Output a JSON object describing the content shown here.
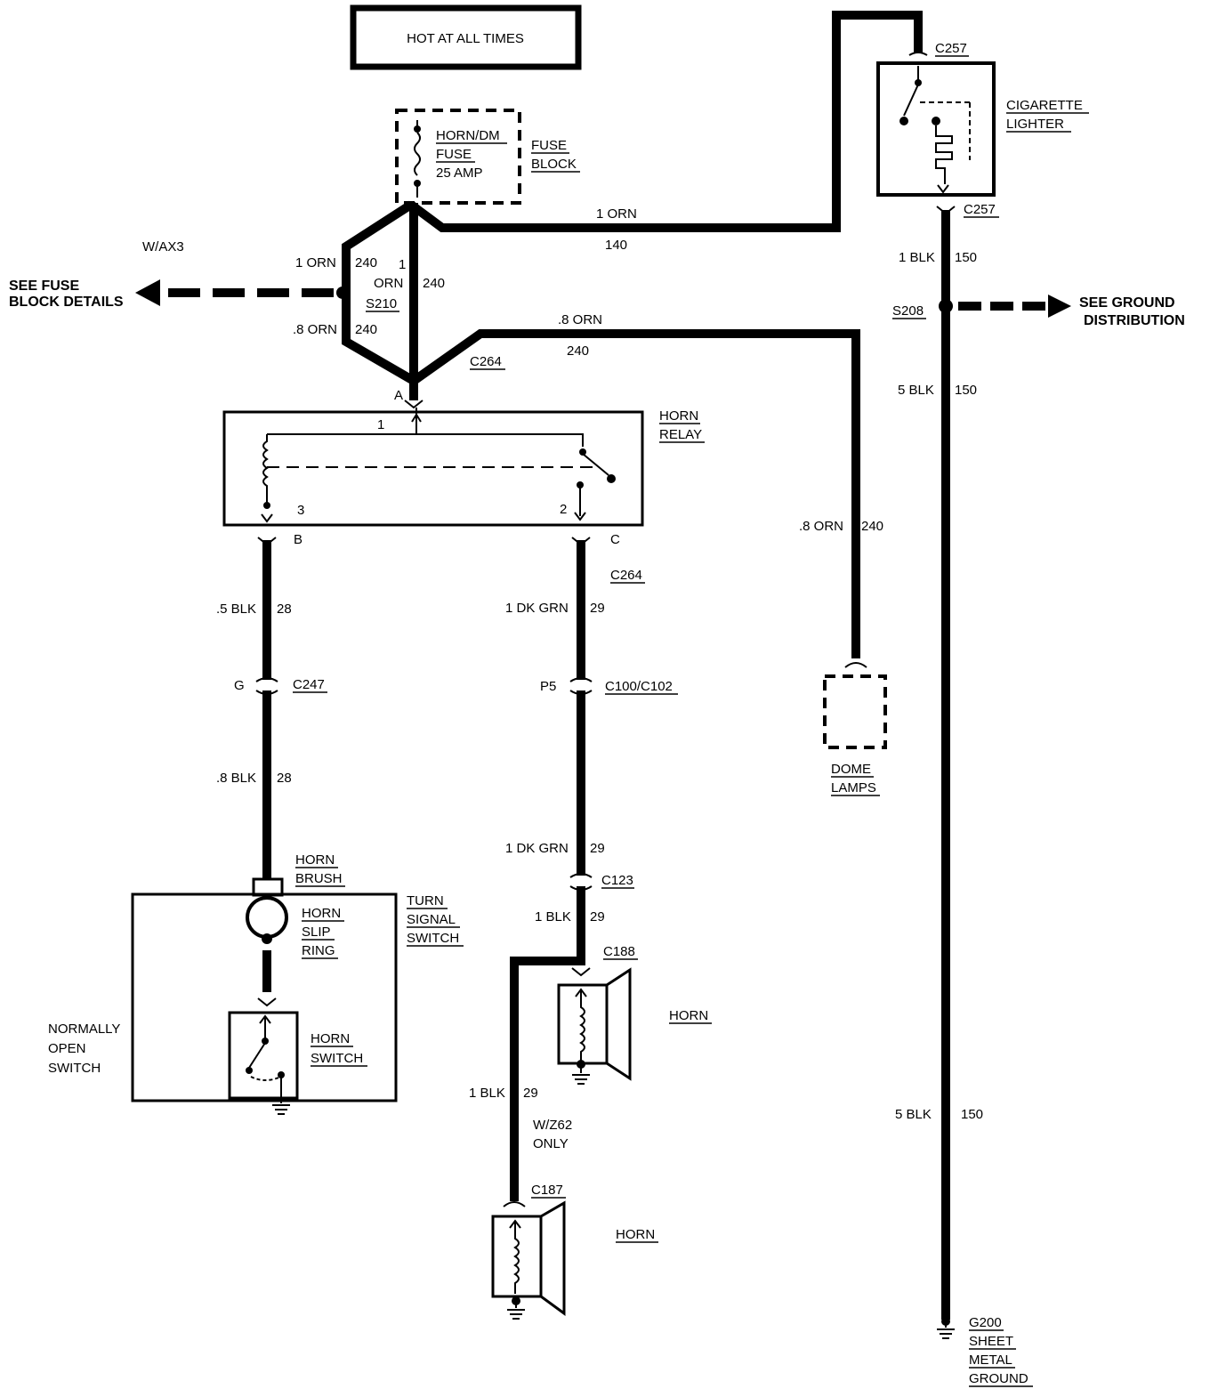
{
  "header": {
    "power_label": "HOT AT ALL TIMES"
  },
  "fuse": {
    "name": "HORN/DM",
    "line2": "FUSE",
    "rating": "25 AMP",
    "block_line1": "FUSE",
    "block_line2": "BLOCK"
  },
  "cigarette_lighter": {
    "name_line1": "CIGARETTE",
    "name_line2": "LIGHTER",
    "connector_top": "C257",
    "connector_bottom": "C257"
  },
  "left_branch": {
    "option": "W/AX3",
    "see_line1": "SEE FUSE",
    "see_line2": "BLOCK DETAILS",
    "splice": "S210",
    "wire_upper_color": "1 ORN",
    "wire_upper_circuit": "240",
    "wire_lower_color": ".8 ORN",
    "wire_lower_circuit": "240",
    "center_wire_size": "1",
    "center_wire_color": "ORN",
    "center_wire_circuit": "240"
  },
  "lighter_feed": {
    "color": "1 ORN",
    "circuit": "140"
  },
  "dome_feed": {
    "color_top": ".8 ORN",
    "circuit_top": "240",
    "color_side": ".8 ORN",
    "circuit_side": "240"
  },
  "relay": {
    "connector": "C264",
    "terminal_a": "A",
    "terminal_b": "B",
    "terminal_c": "C",
    "name_line1": "HORN",
    "name_line2": "RELAY",
    "pin1": "1",
    "pin2": "2",
    "pin3": "3"
  },
  "horn_switch_circuit": {
    "wire1_color": ".5 BLK",
    "wire1_circuit": "28",
    "connector_pin": "G",
    "connector": "C247",
    "wire2_color": ".8 BLK",
    "wire2_circuit": "28",
    "brush_line1": "HORN",
    "brush_line2": "BRUSH",
    "slip_line1": "HORN",
    "slip_line2": "SLIP",
    "slip_line3": "RING",
    "turn_line1": "TURN",
    "turn_line2": "SIGNAL",
    "turn_line3": "SWITCH",
    "normally_line1": "NORMALLY",
    "normally_line2": "OPEN",
    "normally_line3": "SWITCH",
    "switch_line1": "HORN",
    "switch_line2": "SWITCH"
  },
  "horn_circuit": {
    "relay_connector": "C264",
    "wire1_color": "1 DK GRN",
    "wire1_circuit": "29",
    "connector_pin": "P5",
    "connector": "C100/C102",
    "wire2_color": "1 DK GRN",
    "wire2_circuit": "29",
    "connector2": "C123",
    "wire3_color": "1 BLK",
    "wire3_circuit": "29",
    "horn1_connector": "C188",
    "horn1_label": "HORN",
    "wire4_color": "1 BLK",
    "wire4_circuit": "29",
    "option_line1": "W/Z62",
    "option_line2": "ONLY",
    "horn2_connector": "C187",
    "horn2_label": "HORN"
  },
  "dome_lamps": {
    "line1": "DOME",
    "line2": "LAMPS"
  },
  "ground": {
    "wire1_color": "1 BLK",
    "wire1_circuit": "150",
    "splice": "S208",
    "see_line1": "SEE GROUND",
    "see_line2": "DISTRIBUTION",
    "wire2_color": "5 BLK",
    "wire2_circuit": "150",
    "wire3_color": "5 BLK",
    "wire3_circuit": "150",
    "g_id": "G200",
    "g_line1": "SHEET",
    "g_line2": "METAL",
    "g_line3": "GROUND"
  }
}
